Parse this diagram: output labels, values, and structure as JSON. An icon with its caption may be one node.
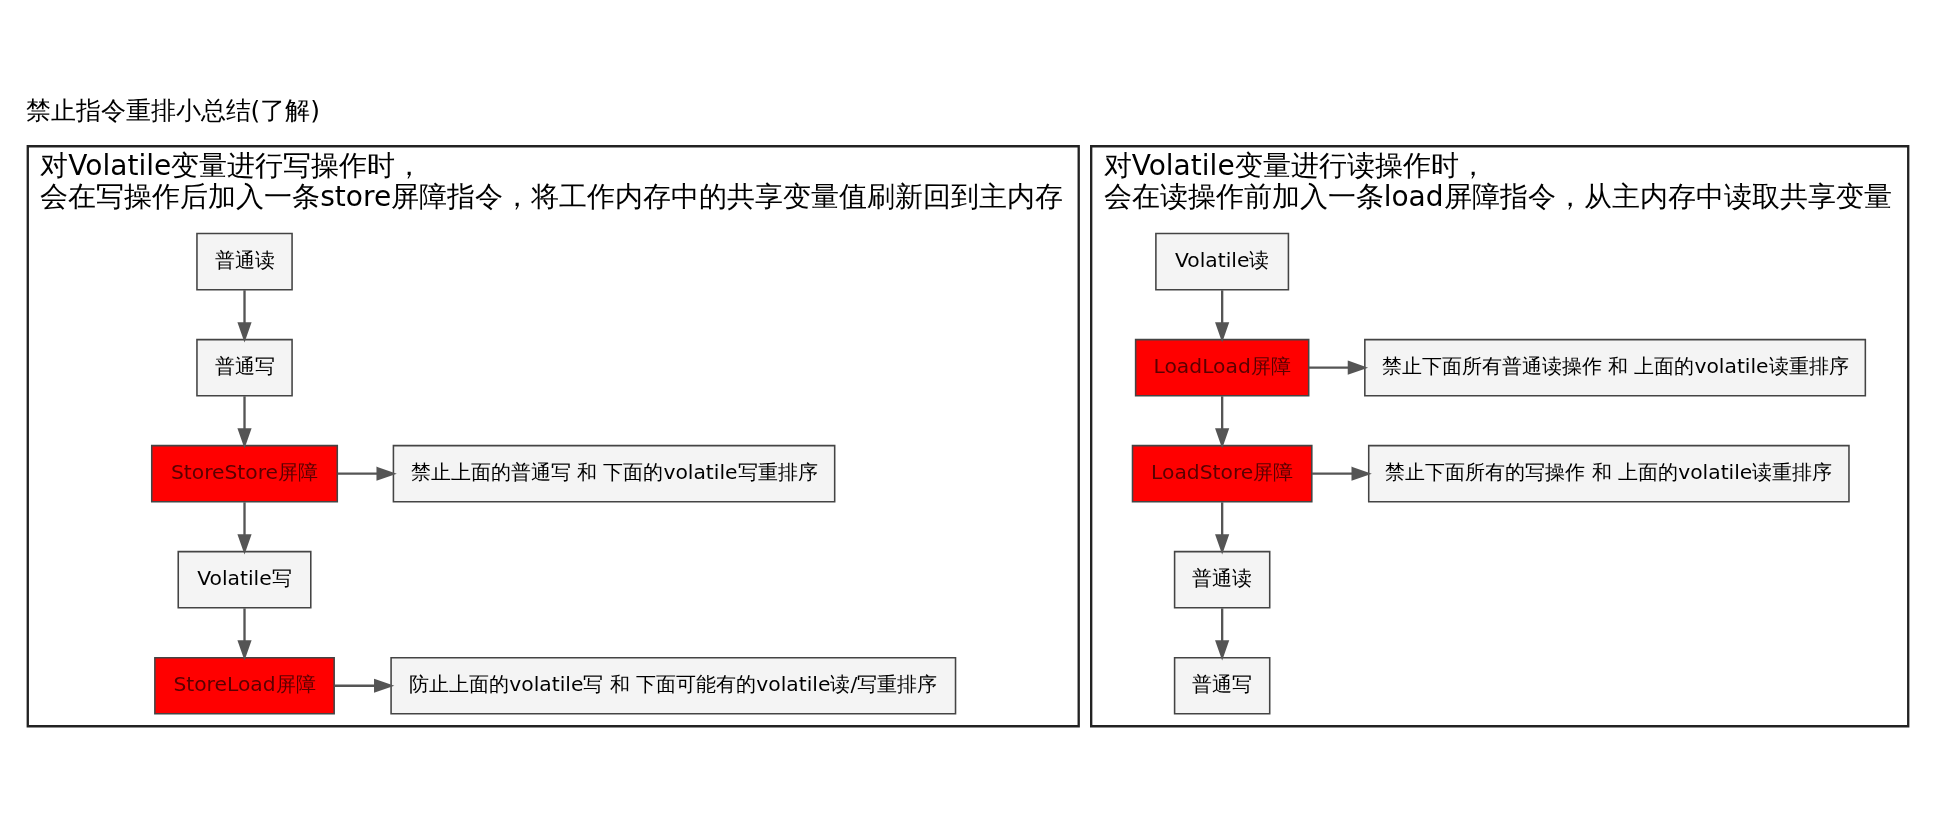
{
  "diagram": {
    "title": "禁止指令重排小总结(了解)",
    "nodes": [
      {
        "text": [
          "对Volatile变量进行写操作时，",
          "会在写操作后加入一条store屏障指令，将工作内存中的共享变量值刷新回到主内存"
        ]
      },
      {
        "text": [
          "普通读"
        ],
        "in": 0
      },
      {
        "text": [
          "普通写"
        ],
        "in": 0
      },
      {
        "text": [
          "禁止上面的普通写 和 下面的volatile写重排序"
        ],
        "in": 0
      },
      {
        "text": [
          "StoreStore屏障"
        ],
        "in": 0
      },
      {
        "text": [
          "Volatile写"
        ],
        "in": 0
      },
      {
        "text": [
          "StoreLoad屏障"
        ],
        "in": 0
      },
      {
        "text": [
          "防止上面的volatile写 和 下面可能有的volatile读/写重排序"
        ],
        "in": 0
      },
      {
        "text": [
          "对Volatile变量进行读操作时，",
          "会在读操作前加入一条load屏障指令，从主内存中读取共享变量"
        ]
      },
      {
        "text": [
          "Volatile读"
        ],
        "in": 8
      },
      {
        "text": [
          "禁止下面所有普通读操作 和 上面的volatile读重排序"
        ],
        "in": 8
      },
      {
        "text": [
          "LoadLoad屏障"
        ],
        "in": 8
      },
      {
        "text": [
          "LoadStore屏障"
        ],
        "in": 8
      },
      {
        "text": [
          "禁止下面所有的写操作 和 上面的volatile读重排序"
        ],
        "in": 8
      },
      {
        "text": [
          "普通读"
        ],
        "in": 8
      },
      {
        "text": [
          "普通写"
        ],
        "in": 8
      }
    ],
    "edges": [
      {
        "from": 1,
        "to": 2,
        "arrow": "to"
      },
      {
        "from": 2,
        "to": 4,
        "arrow": "to"
      },
      {
        "from": 4,
        "to": 3,
        "arrow": "to"
      },
      {
        "from": 4,
        "to": 5,
        "arrow": "to"
      },
      {
        "from": 5,
        "to": 6,
        "arrow": "to"
      },
      {
        "from": 6,
        "to": 7,
        "arrow": "to"
      },
      {
        "from": 9,
        "to": 11,
        "arrow": "to"
      },
      {
        "from": 11,
        "to": 10,
        "arrow": "to"
      },
      {
        "from": 11,
        "to": 12,
        "arrow": "to"
      },
      {
        "from": 12,
        "to": 13,
        "arrow": "to"
      },
      {
        "from": 12,
        "to": 14,
        "arrow": "to"
      },
      {
        "from": 14,
        "to": 15,
        "arrow": "to"
      }
    ]
  }
}
